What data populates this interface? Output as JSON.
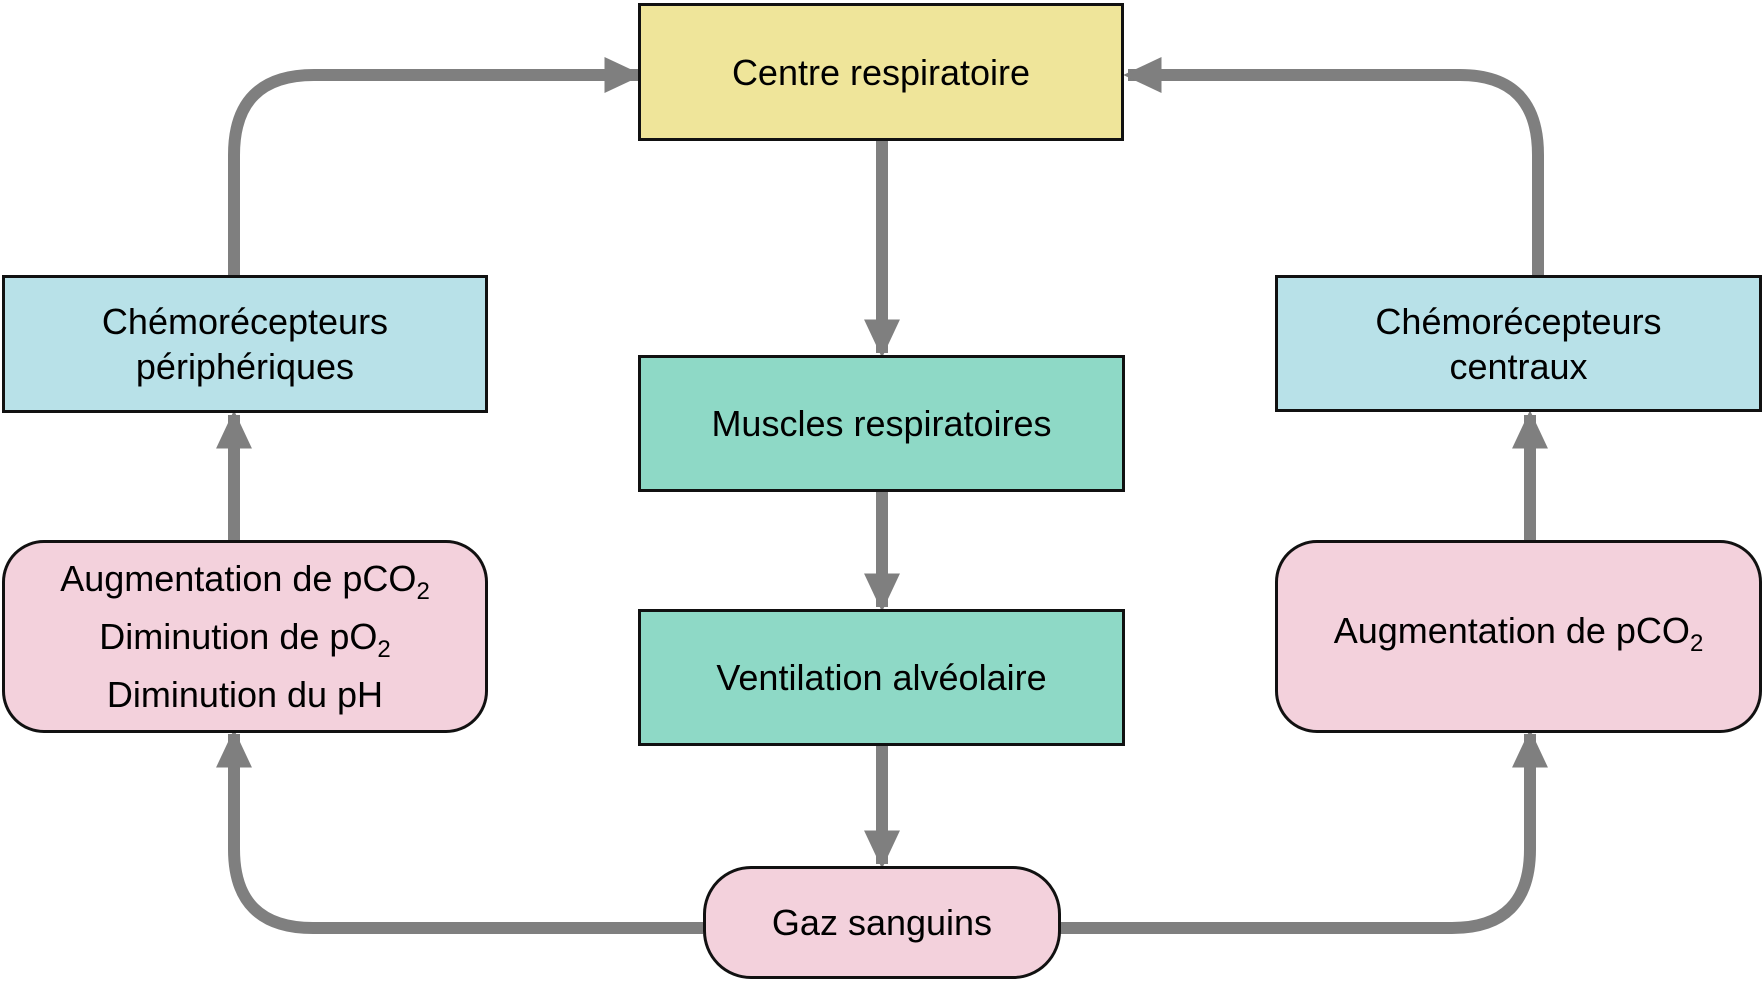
{
  "nodes": {
    "centre": {
      "label": "Centre respiratoire"
    },
    "muscles": {
      "label": "Muscles respiratoires"
    },
    "ventilation": {
      "label": "Ventilation alvéolaire"
    },
    "gaz": {
      "label": "Gaz sanguins"
    },
    "chemo_peripheriques": {
      "line1": "Chémorécepteurs",
      "line2": "périphériques"
    },
    "chemo_centraux": {
      "line1": "Chémorécepteurs",
      "line2": "centraux"
    },
    "stimuli_peripheriques": {
      "line1_main": "Augmentation de pCO",
      "line1_sub": "2",
      "line2_main": "Diminution de pO",
      "line2_sub": "2",
      "line3": "Diminution du pH"
    },
    "stimuli_centraux": {
      "line1_main": "Augmentation de pCO",
      "line1_sub": "2"
    }
  },
  "colors": {
    "centre": "#efe59a",
    "muscles_ventilation": "#8ed9c6",
    "chemorecepteurs": "#b8e1e8",
    "stimuli_gaz": "#f3d1dc",
    "arrows": "#7f7f7f",
    "border": "#111111"
  }
}
